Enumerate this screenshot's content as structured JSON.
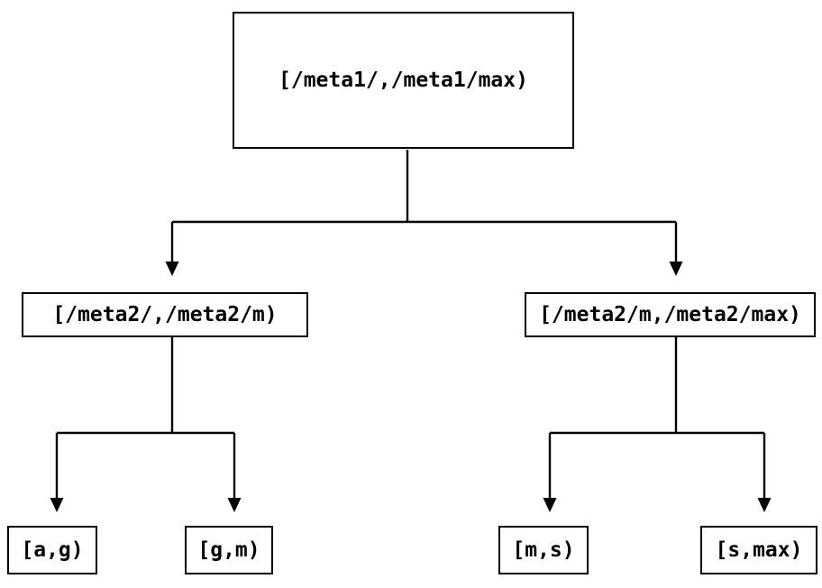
{
  "colors": {
    "background": "#ffffff",
    "line": "#000000",
    "box_border": "#000000",
    "text": "#000000"
  },
  "tree": {
    "root": {
      "label": "[/meta1/,/meta1/max)",
      "children": [
        {
          "label": "[/meta2/,/meta2/m)",
          "children": [
            {
              "label": "[a,g)"
            },
            {
              "label": "[g,m)"
            }
          ]
        },
        {
          "label": "[/meta2/m,/meta2/max)",
          "children": [
            {
              "label": "[m,s)"
            },
            {
              "label": "[s,max)"
            }
          ]
        }
      ]
    }
  }
}
